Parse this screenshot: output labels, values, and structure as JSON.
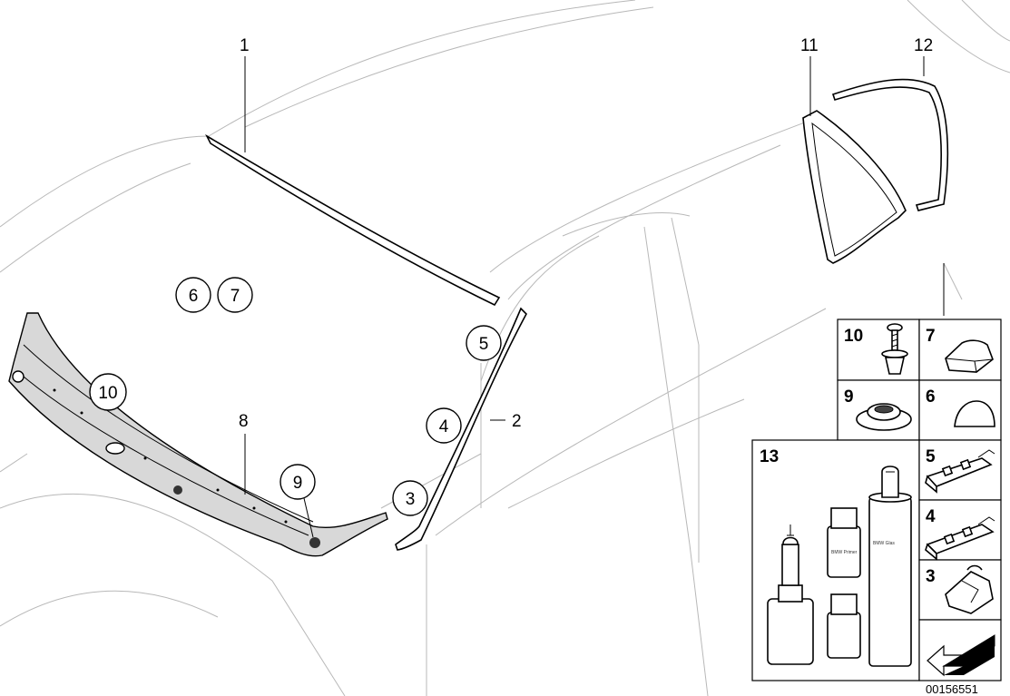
{
  "diagram": {
    "callouts": {
      "c1": "1",
      "c2": "2",
      "c3": "3",
      "c4": "4",
      "c5": "5",
      "c6": "6",
      "c7": "7",
      "c8": "8",
      "c9": "9",
      "c10": "10",
      "c11": "11",
      "c12": "12"
    },
    "legend": {
      "r10": "10",
      "r7": "7",
      "r9": "9",
      "r6": "6",
      "r13": "13",
      "r5": "5",
      "r4": "4",
      "r3": "3"
    },
    "drawing_number": "00156551",
    "bottle_labels": {
      "big_tube": "BMW Glas",
      "small_bottle": "BMW Primer"
    }
  }
}
